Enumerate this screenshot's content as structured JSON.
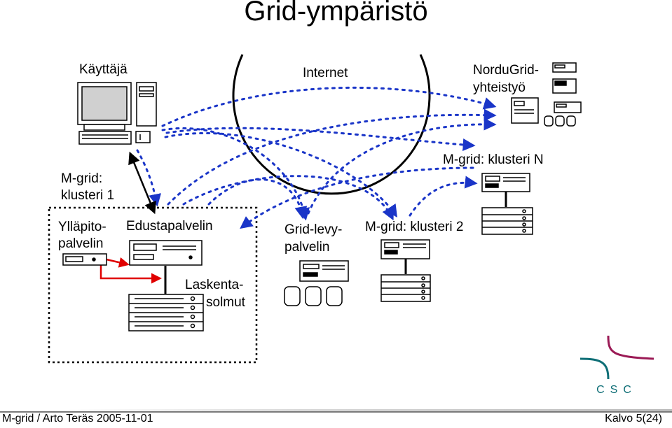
{
  "slide": {
    "title": "Grid-ympäristö",
    "footer_left": "M-grid / Arto Teräs 2005-11-01",
    "footer_right": "Kalvo 5(24)"
  },
  "labels": {
    "user": "Käyttäjä",
    "internet": "Internet",
    "nordugrid_line1": "NorduGrid-",
    "nordugrid_line2": "yhteistyö",
    "cluster1_line1": "M-grid:",
    "cluster1_line2": "klusteri 1",
    "admin_server_line1": "Ylläpito-",
    "admin_server_line2": "palvelin",
    "frontend_server": "Edustapalvelin",
    "compute_nodes_line1": "Laskenta-",
    "compute_nodes_line2": "solmut",
    "disk_server_line1": "Grid-levy-",
    "disk_server_line2": "palvelin",
    "cluster2": "M-grid: klusteri 2",
    "clusterN": "M-grid: klusteri N"
  },
  "logo": {
    "text": "CSC"
  },
  "colors": {
    "dotted_link": "#1a35c8",
    "admin_link": "#e00000",
    "logo_magenta": "#9b1a55",
    "logo_teal": "#0e6e76",
    "footer_text": "#000000"
  }
}
